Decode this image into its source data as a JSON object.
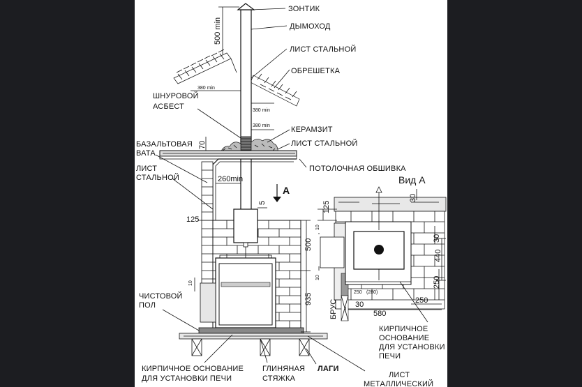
{
  "labels": {
    "umbrella": "ЗОНТИК",
    "chimney": "ДЫМОХОД",
    "steel_sheet_top": "ЛИСТ СТАЛЬНОЙ",
    "lathing": "ОБРЕШЕТКА",
    "asbestos_1": "ШНУРОВОЙ",
    "asbestos_2": "АСБЕСТ",
    "expanded_clay": "КЕРАМЗИТ",
    "steel_sheet_mid": "ЛИСТ СТАЛЬНОЙ",
    "basalt_1": "БАЗАЛЬТОВАЯ",
    "basalt_2": "ВАТА",
    "ceiling_trim": "ПОТОЛОЧНАЯ ОБШИВКА",
    "steel_left_1": "ЛИСТ",
    "steel_left_2": "СТАЛЬНОЙ",
    "view_a": "Вид А",
    "arrow_a": "A",
    "finish_floor_1": "ЧИСТОВОЙ",
    "finish_floor_2": "ПОЛ",
    "brick_base_1": "КИРПИЧНОЕ ОСНОВАНИЕ",
    "brick_base_2": "ДЛЯ УСТАНОВКИ ПЕЧИ",
    "clay_screed_1": "ГЛИНЯНАЯ",
    "clay_screed_2": "СТЯЖКА",
    "joists": "ЛАГИ",
    "metal_sheet_1": "ЛИСТ",
    "metal_sheet_2": "МЕТАЛЛИЧЕСКИЙ",
    "brick_base_r_1": "КИРПИЧНОЕ",
    "brick_base_r_2": "ОСНОВАНИЕ",
    "brick_base_r_3": "ДЛЯ УСТАНОВКИ",
    "brick_base_r_4": "ПЕЧИ",
    "beam": "БРУС"
  },
  "dimensions": {
    "d500min": "500 min",
    "d380min_a": "380 min",
    "d380min_b": "380 min",
    "d380min_c": "380 min",
    "d70": "70",
    "d260min": "260min",
    "d5": "5",
    "d125_left": "125",
    "d500": "500",
    "d935": "935",
    "d10_left": "10",
    "d125_right": "125",
    "d30_top": "30",
    "d10_a": "10",
    "d10_b": "10",
    "d30_right": "30",
    "d440": "440",
    "d250_right": "250",
    "d250_bottom": "250",
    "d280": "(280)",
    "d30_bottom": "30",
    "d580": "580",
    "d250_br": "250"
  }
}
